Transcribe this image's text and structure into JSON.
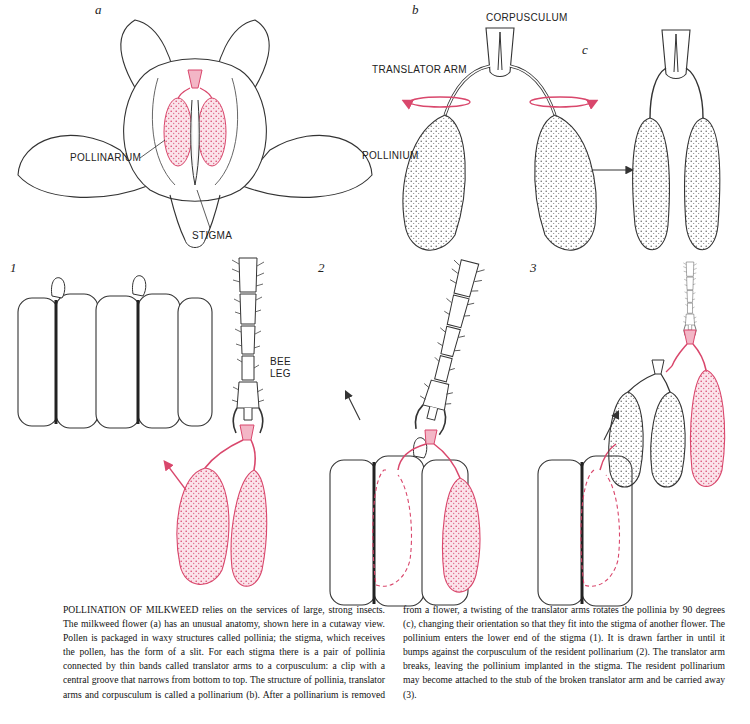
{
  "diagram": {
    "caption": "POLLINATION OF MILKWEED relies on the services of large, strong insects. The milkweed flower (a) has an unusual anatomy, shown here in a cutaway view. Pollen is packaged in waxy structures called pollinia; the stigma, which receives the pollen, has the form of a slit. For each stigma there is a pair of pollinia connected by thin bands called translator arms to a corpusculum: a clip with a central groove that narrows from bottom to top. The structure of pollinia, translator arms and corpusculum is called a pollinarium (b). After a pollinarium is removed from a flower, a twisting of the translator arms rotates the pollinia by 90 degrees (c), changing their orientation so that they fit into the stigma of another flower. The pollinium enters the lower end of the stigma (1). It is drawn farther in until it bumps against the corpusculum of the resident pollinarium (2). The translator arm breaks, leaving the pollinium implanted in the stigma. The resident pollinarium may become attached to the stub of the broken translator arm and be carried away (3).",
    "labels": [
      "a",
      "b",
      "c",
      "POLLINARIUM",
      "STIGMA",
      "CORPUSCULUM",
      "TRANSLATOR ARM",
      "POLLINIUM",
      "1",
      "BEE LEG",
      "2",
      "3"
    ]
  }
}
